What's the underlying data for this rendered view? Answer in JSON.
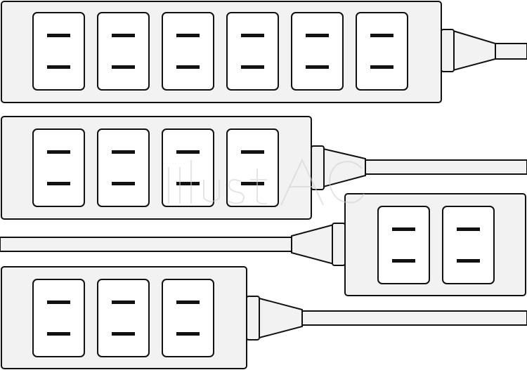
{
  "scene": "power strips",
  "strips": [
    {
      "id": "strip-1",
      "outlets": 6,
      "cord_side": "right"
    },
    {
      "id": "strip-2",
      "outlets": 4,
      "cord_side": "right"
    },
    {
      "id": "strip-3",
      "outlets": 2,
      "cord_side": "left"
    },
    {
      "id": "strip-4",
      "outlets": 3,
      "cord_side": "right"
    }
  ],
  "colors": {
    "body": "#f2f2f2",
    "outline": "#111111",
    "socket": "#ffffff"
  }
}
